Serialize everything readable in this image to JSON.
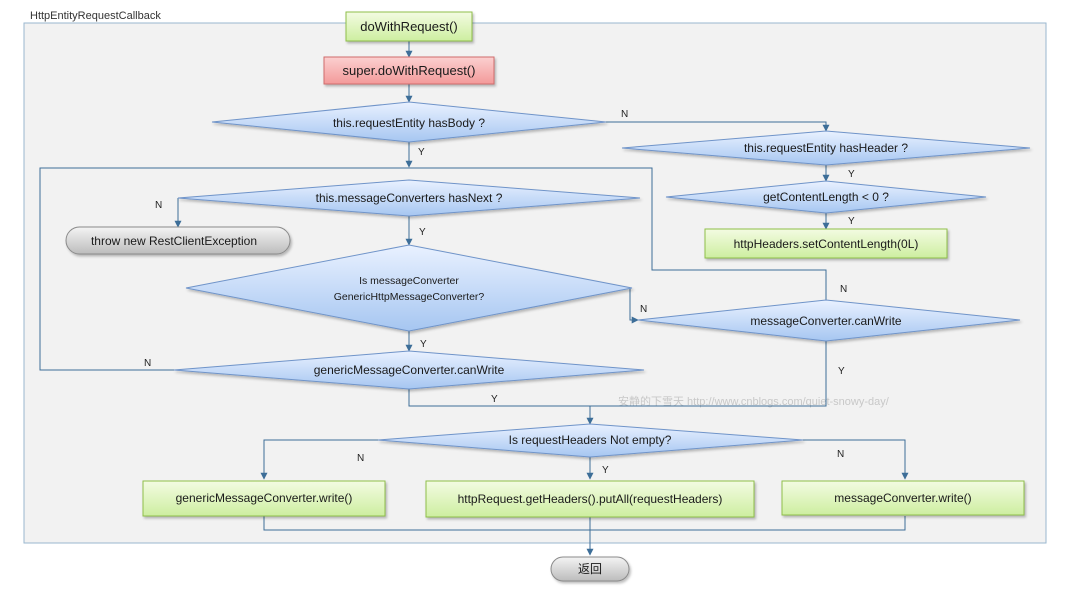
{
  "frame": {
    "title": "HttpEntityRequestCallback"
  },
  "nodes": {
    "do_with_request": "doWithRequest()",
    "super_do_with_request": "super.doWithRequest()",
    "has_body": "this.requestEntity hasBody ?",
    "has_header": "this.requestEntity hasHeader ?",
    "content_length_check": "getContentLength < 0 ?",
    "set_content_length": "httpHeaders.setContentLength(0L)",
    "has_next": "this.messageConverters hasNext ?",
    "throw_exception": "throw new RestClientException",
    "is_generic_line1": "Is messageConverter",
    "is_generic_line2": "GenericHttpMessageConverter?",
    "converter_can_write": "messageConverter.canWrite",
    "generic_can_write": "genericMessageConverter.canWrite",
    "headers_not_empty": "Is requestHeaders  Not empty?",
    "generic_write": "genericMessageConverter.write()",
    "put_all_headers": "httpRequest.getHeaders().putAll(requestHeaders)",
    "converter_write": "messageConverter.write()",
    "return": "返回"
  },
  "edge_labels": {
    "has_body_no": "N",
    "has_body_yes": "Y",
    "has_header_yes": "Y",
    "content_length_yes": "Y",
    "has_next_no": "N",
    "has_next_yes": "Y",
    "is_generic_no": "N",
    "is_generic_yes": "Y",
    "generic_can_write_no": "N",
    "generic_can_write_yes": "Y",
    "converter_can_write_no": "N",
    "converter_can_write_yes": "Y",
    "headers_left_no": "N",
    "headers_mid_yes": "Y",
    "headers_right_no": "N"
  },
  "watermark": "安静的下雪天   http://www.cnblogs.com/quiet-snowy-day/",
  "colors": {
    "green_fill": "#e2f6c2",
    "green_stroke": "#8fbf4a",
    "red_fill": "#f7b3b3",
    "red_stroke": "#d06c6c",
    "blue_fill_top": "#e9f1ff",
    "blue_fill_bottom": "#a6c6f1",
    "blue_stroke": "#6f94c9",
    "gray_fill": "#cfcfcf",
    "frame_fill": "#f2f2f2",
    "frame_stroke": "#9ab7cf",
    "arrow": "#3d6e98"
  }
}
